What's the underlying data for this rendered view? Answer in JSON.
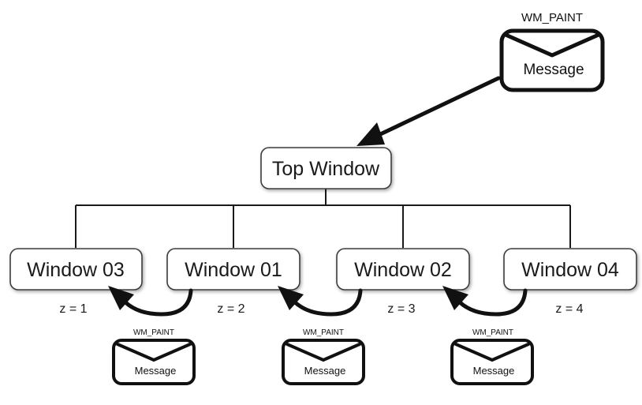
{
  "diagram": {
    "top_message": {
      "label": "WM_PAINT",
      "caption": "Message"
    },
    "root": {
      "label": "Top Window"
    },
    "windows": [
      {
        "label": "Window 03",
        "z": "z = 1"
      },
      {
        "label": "Window 01",
        "z": "z = 2"
      },
      {
        "label": "Window 02",
        "z": "z = 3"
      },
      {
        "label": "Window 04",
        "z": "z = 4"
      }
    ],
    "messages": [
      {
        "label": "WM_PAINT",
        "caption": "Message"
      },
      {
        "label": "WM_PAINT",
        "caption": "Message"
      },
      {
        "label": "WM_PAINT",
        "caption": "Message"
      }
    ],
    "colors": {
      "ink": "#111111",
      "box_border": "#3c3c3c",
      "background": "#ffffff"
    }
  }
}
